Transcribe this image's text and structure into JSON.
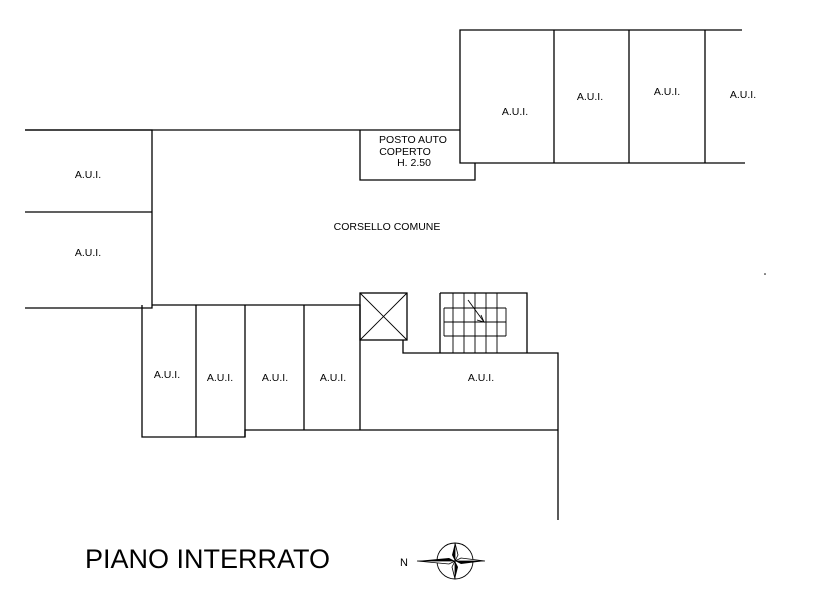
{
  "plan": {
    "unit_label": "A.U.I.",
    "parking_label": [
      "POSTO AUTO",
      "COPERTO",
      "H. 2.50"
    ],
    "corridor_label": "CORSELLO COMUNE",
    "title": "PIANO INTERRATO"
  },
  "compass": {
    "direction_letter": "N",
    "icon": "compass-rose-icon"
  }
}
